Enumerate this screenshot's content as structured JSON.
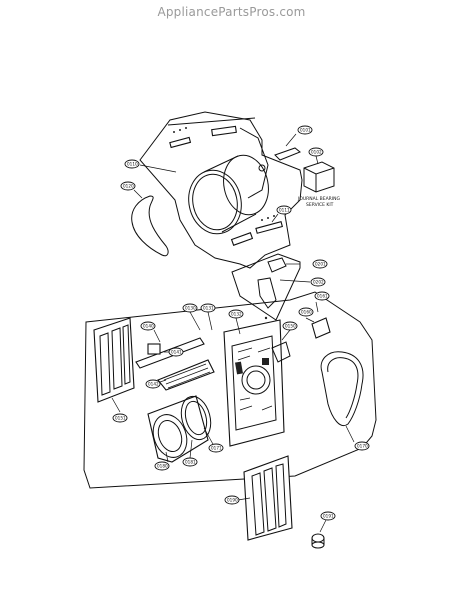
{
  "watermark": "AppliancePartsPros.com",
  "kit_label": {
    "line1": "JOURNAL BEARING",
    "line2": "SERVICE KIT"
  },
  "callouts": [
    {
      "id": "c-top-right",
      "text": "0101"
    },
    {
      "id": "c-kit",
      "text": "0102"
    },
    {
      "id": "c-drum",
      "text": "0110"
    },
    {
      "id": "c-belt",
      "text": "0120"
    },
    {
      "id": "c-lower-slide",
      "text": "0111"
    },
    {
      "id": "c-motor-1",
      "text": "0201"
    },
    {
      "id": "c-motor-2",
      "text": "0202"
    },
    {
      "id": "c-frame-1",
      "text": "0130"
    },
    {
      "id": "c-frame-2",
      "text": "0131"
    },
    {
      "id": "c-frame-3",
      "text": "0132"
    },
    {
      "id": "c-filter-1",
      "text": "0140"
    },
    {
      "id": "c-filter-2",
      "text": "0141"
    },
    {
      "id": "c-bracket",
      "text": "0142"
    },
    {
      "id": "c-left-panel",
      "text": "0151"
    },
    {
      "id": "c-gasket-small",
      "text": "0150"
    },
    {
      "id": "c-switch",
      "text": "0160"
    },
    {
      "id": "c-sensor",
      "text": "0161"
    },
    {
      "id": "c-door-seal",
      "text": "0170"
    },
    {
      "id": "c-duct-1",
      "text": "0180"
    },
    {
      "id": "c-duct-2",
      "text": "0181"
    },
    {
      "id": "c-cover",
      "text": "0171"
    },
    {
      "id": "c-bottom-panel",
      "text": "0190"
    },
    {
      "id": "c-foot",
      "text": "0191"
    }
  ]
}
